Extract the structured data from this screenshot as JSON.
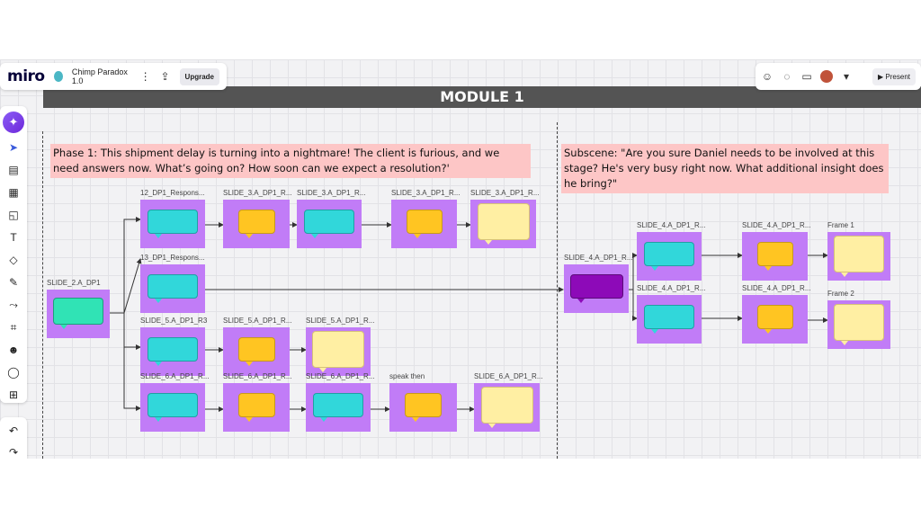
{
  "toolbar": {
    "logo": "miro",
    "board_title": "Chimp Paradox 1.0",
    "more_icon": "more-vertical-icon",
    "share_icon": "export-icon",
    "upgrade_label": "Upgrade",
    "present_label": "Present",
    "right_icons": [
      "reactions-icon",
      "comments-icon",
      "video-icon",
      "avatar",
      "chevron-down-icon"
    ]
  },
  "module_title": "MODULE 1",
  "phases": {
    "phase1": "Phase 1: This shipment delay is turning into a nightmare! The client is furious, and we need answers now. What’s going on? How soon can we expect a resolution?'",
    "subscene": "Subscene: \"Are you sure Daniel needs to be involved at this stage? He's very busy right now. What additional insight does he bring?\""
  },
  "frames": [
    {
      "label": "SLIDE_2.A_DP1",
      "bubble": "green"
    },
    {
      "label": "12_DP1_Respons...",
      "bubble": "cyan"
    },
    {
      "label": "SLIDE_3.A_DP1_R...",
      "bubble": "yellow"
    },
    {
      "label": "SLIDE_3.A_DP1_R...",
      "bubble": "cyan"
    },
    {
      "label": "SLIDE_3.A_DP1_R...",
      "bubble": "yellow"
    },
    {
      "label": "SLIDE_3.A_DP1_R...",
      "bubble": "cream"
    },
    {
      "label": "13_DP1_Respons...",
      "bubble": "cyan"
    },
    {
      "label": "SLIDE_5.A_DP1_R3",
      "bubble": "cyan"
    },
    {
      "label": "SLIDE_5.A_DP1_R...",
      "bubble": "yellow"
    },
    {
      "label": "SLIDE_5.A_DP1_R...",
      "bubble": "cream"
    },
    {
      "label": "SLIDE_6.A_DP1_R...",
      "bubble": "cyan"
    },
    {
      "label": "SLIDE_6.A_DP1_R...",
      "bubble": "yellow"
    },
    {
      "label": "SLIDE_6.A_DP1_R...",
      "bubble": "cyan"
    },
    {
      "label": "speak then",
      "bubble": "yellow"
    },
    {
      "label": "SLIDE_6.A_DP1_R...",
      "bubble": "cream"
    },
    {
      "label": "SLIDE_4.A_DP1_R...",
      "bubble": "dark"
    },
    {
      "label": "SLIDE_4.A_DP1_R...",
      "bubble": "cyan"
    },
    {
      "label": "SLIDE_4.A_DP1_R...",
      "bubble": "yellow"
    },
    {
      "label": "Frame 1",
      "bubble": "cream"
    },
    {
      "label": "SLIDE_4.A_DP1_R...",
      "bubble": "cyan"
    },
    {
      "label": "SLIDE_4.A_DP1_R...",
      "bubble": "yellow"
    },
    {
      "label": "Frame 2",
      "bubble": "cream"
    }
  ],
  "left_tools": [
    "select-icon",
    "sticky-note-icon",
    "template-icon",
    "note-icon",
    "text-icon",
    "shapes-icon",
    "pen-icon",
    "connector-icon",
    "frame-icon",
    "emoji-icon",
    "comment-icon",
    "plus-icon"
  ],
  "colors": {
    "frame": "#c17cf7",
    "phase_bg": "#fdc6c6",
    "module_bar": "#545454",
    "cyan": "#31d7da",
    "yellow": "#ffc522",
    "cream": "#ffefa3"
  }
}
